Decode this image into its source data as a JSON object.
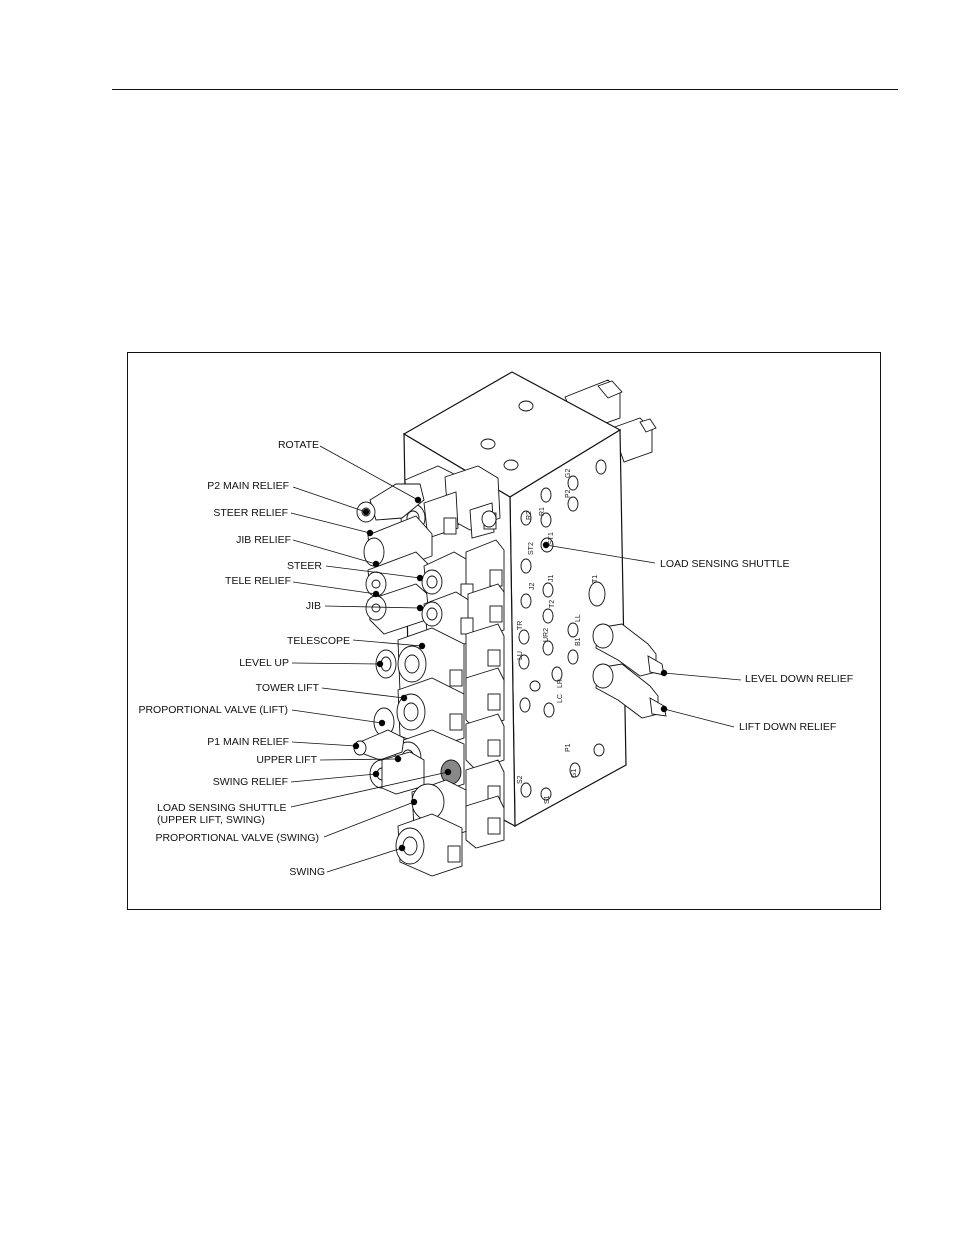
{
  "figure": {
    "left_labels": [
      "ROTATE",
      "P2 MAIN RELIEF",
      "STEER RELIEF",
      "JIB RELIEF",
      "STEER",
      "TELE RELIEF",
      "JIB",
      "TELESCOPE",
      "LEVEL UP",
      "TOWER LIFT",
      "PROPORTIONAL VALVE (LIFT)",
      "P1 MAIN RELIEF",
      "UPPER LIFT",
      "SWING RELIEF",
      "LOAD SENSING SHUTTLE",
      "(UPPER LIFT, SWING)",
      "PROPORTIONAL VALVE (SWING)",
      "SWING"
    ],
    "right_labels": [
      "LOAD SENSING SHUTTLE",
      "LEVEL DOWN RELIEF",
      "LIFT DOWN RELIEF"
    ],
    "port_markings": [
      "G2",
      "R2",
      "R1",
      "P2",
      "ST2",
      "ST1",
      "T1",
      "J2",
      "J1",
      "T2",
      "LL",
      "TR",
      "LU",
      "UR2",
      "B1",
      "LR",
      "LC",
      "P1",
      "S2",
      "S1",
      "G1"
    ]
  }
}
